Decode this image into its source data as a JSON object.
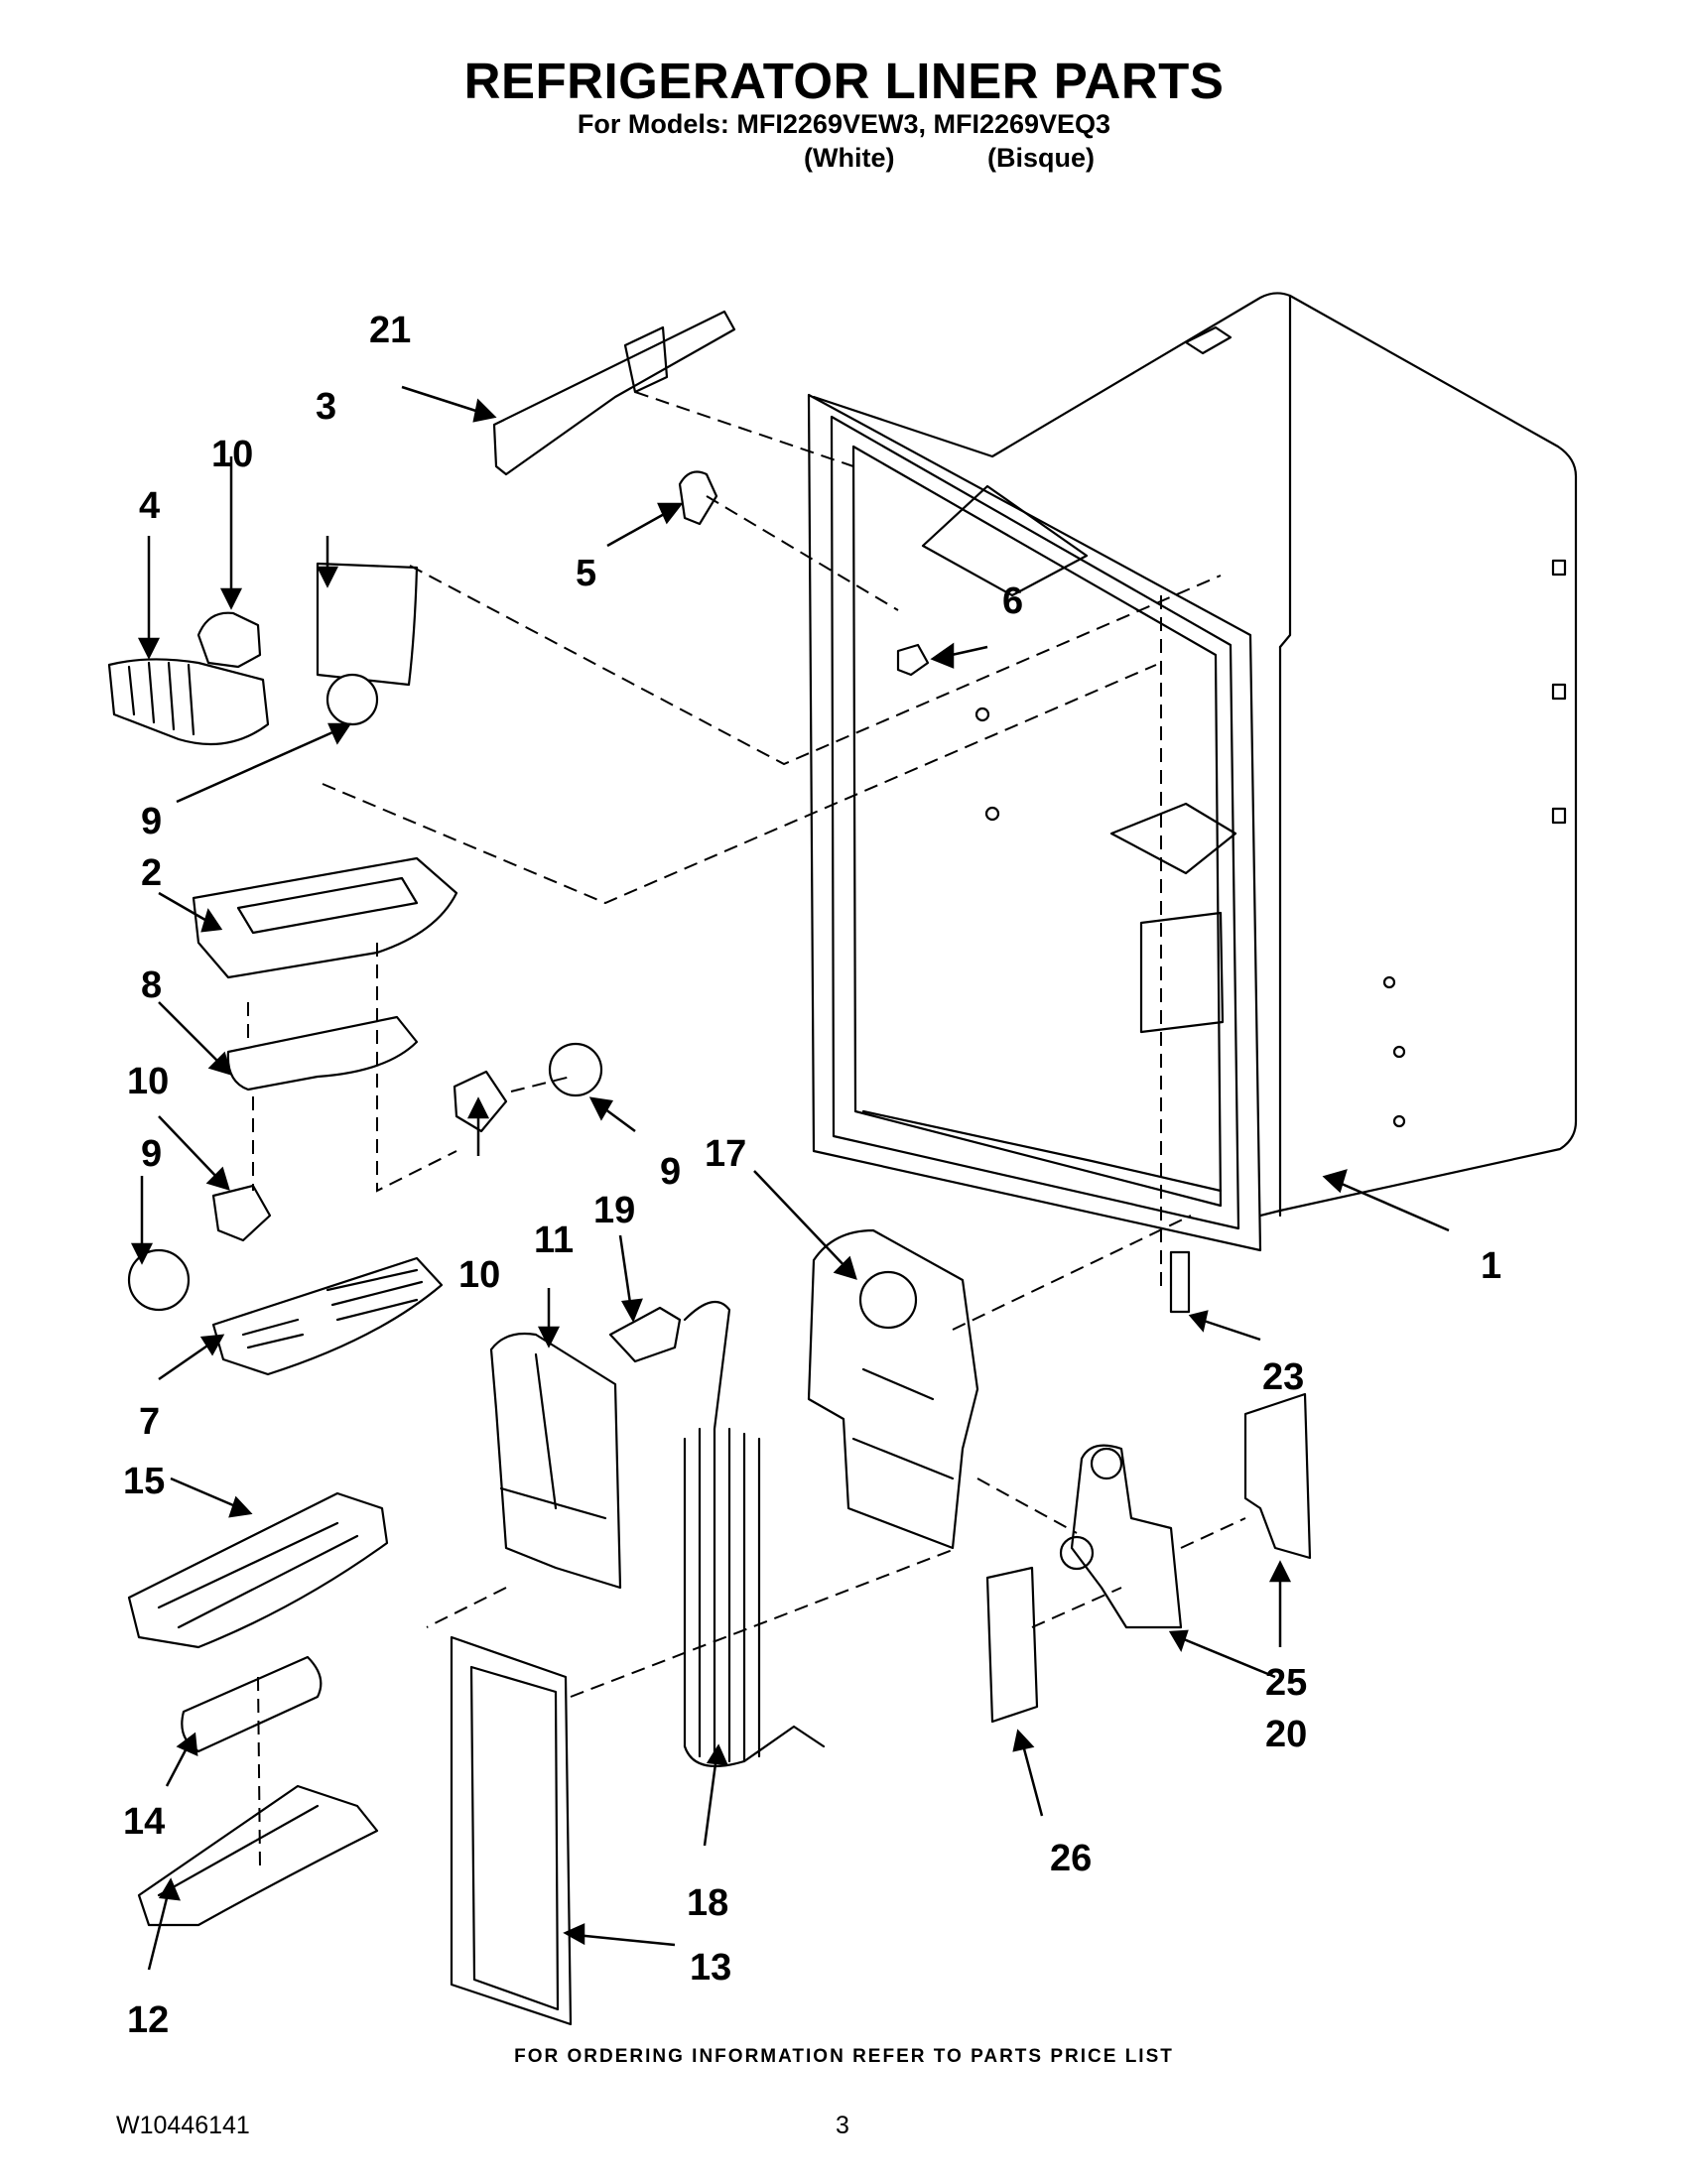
{
  "title": "REFRIGERATOR LINER PARTS",
  "subtitle": "For Models: MFI2269VEW3, MFI2269VEQ3",
  "variants": [
    "(White)",
    "(Bisque)"
  ],
  "footer_note": "FOR ORDERING INFORMATION REFER TO PARTS PRICE LIST",
  "document_number": "W10446141",
  "page_number": "3",
  "callouts": [
    "1",
    "2",
    "3",
    "4",
    "5",
    "6",
    "7",
    "8",
    "9",
    "9",
    "9",
    "10",
    "10",
    "10",
    "11",
    "12",
    "13",
    "14",
    "15",
    "17",
    "18",
    "19",
    "20",
    "21",
    "23",
    "25",
    "26"
  ]
}
